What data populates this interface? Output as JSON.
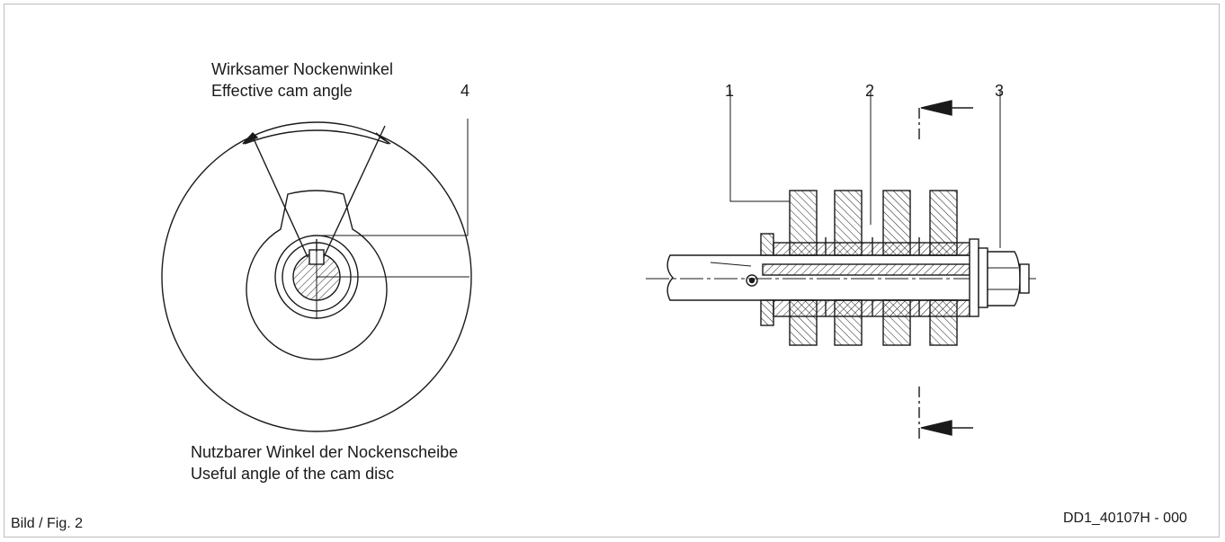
{
  "cam_view": {
    "label_top_de": "Wirksamer Nockenwinkel",
    "label_top_en": "Effective cam angle",
    "label_bottom_de": "Nutzbarer Winkel der Nockenscheibe",
    "label_bottom_en": "Useful angle of the cam disc",
    "callout_4": "4"
  },
  "section_view": {
    "callout_1": "1",
    "callout_2": "2",
    "callout_3": "3"
  },
  "footer": {
    "figure_label": "Bild / Fig. 2",
    "drawing_code": "DD1_40107H - 000"
  },
  "colors": {
    "line": "#1a1a1a",
    "frame": "#bdbdbd"
  }
}
